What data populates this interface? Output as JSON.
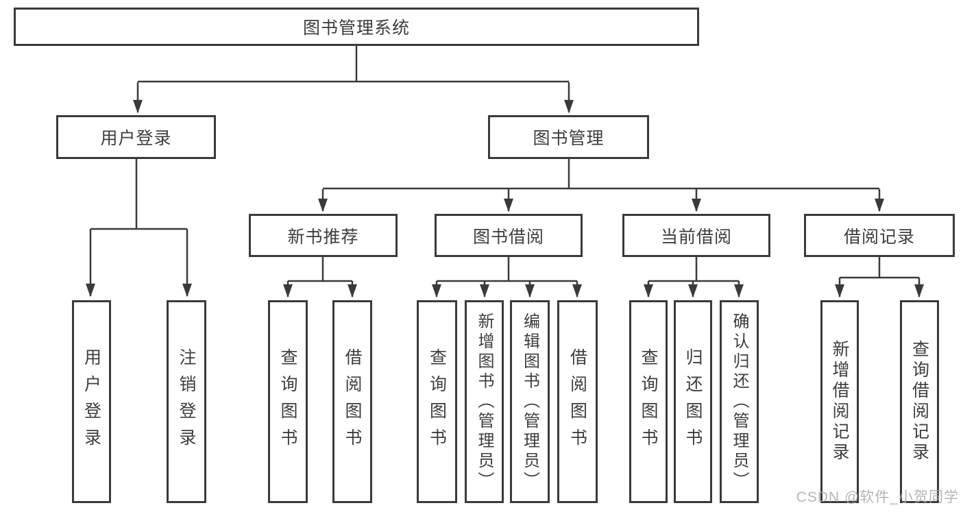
{
  "tree": {
    "label": "图书管理系统",
    "children": [
      {
        "label": "用户登录",
        "children": [
          {
            "label": "用户登录"
          },
          {
            "label": "注销登录"
          }
        ]
      },
      {
        "label": "图书管理",
        "children": [
          {
            "label": "新书推荐",
            "children": [
              {
                "label": "查询图书"
              },
              {
                "label": "借阅图书"
              }
            ]
          },
          {
            "label": "图书借阅",
            "children": [
              {
                "label": "查询图书"
              },
              {
                "label": "新增图书（管理员）"
              },
              {
                "label": "编辑图书（管理员）"
              },
              {
                "label": "借阅图书"
              }
            ]
          },
          {
            "label": "当前借阅",
            "children": [
              {
                "label": "查询图书"
              },
              {
                "label": "归还图书"
              },
              {
                "label": "确认归还（管理员）"
              }
            ]
          },
          {
            "label": "借阅记录",
            "children": [
              {
                "label": "新增借阅记录"
              },
              {
                "label": "查询借阅记录"
              }
            ]
          }
        ]
      }
    ]
  },
  "watermark": {
    "text": "CSDN @软件_小贺同学"
  },
  "colors": {
    "line": "#3a3a3a",
    "text": "#3d3d3d",
    "box_background": "#ffffff",
    "watermark": "#a9a9a9"
  }
}
